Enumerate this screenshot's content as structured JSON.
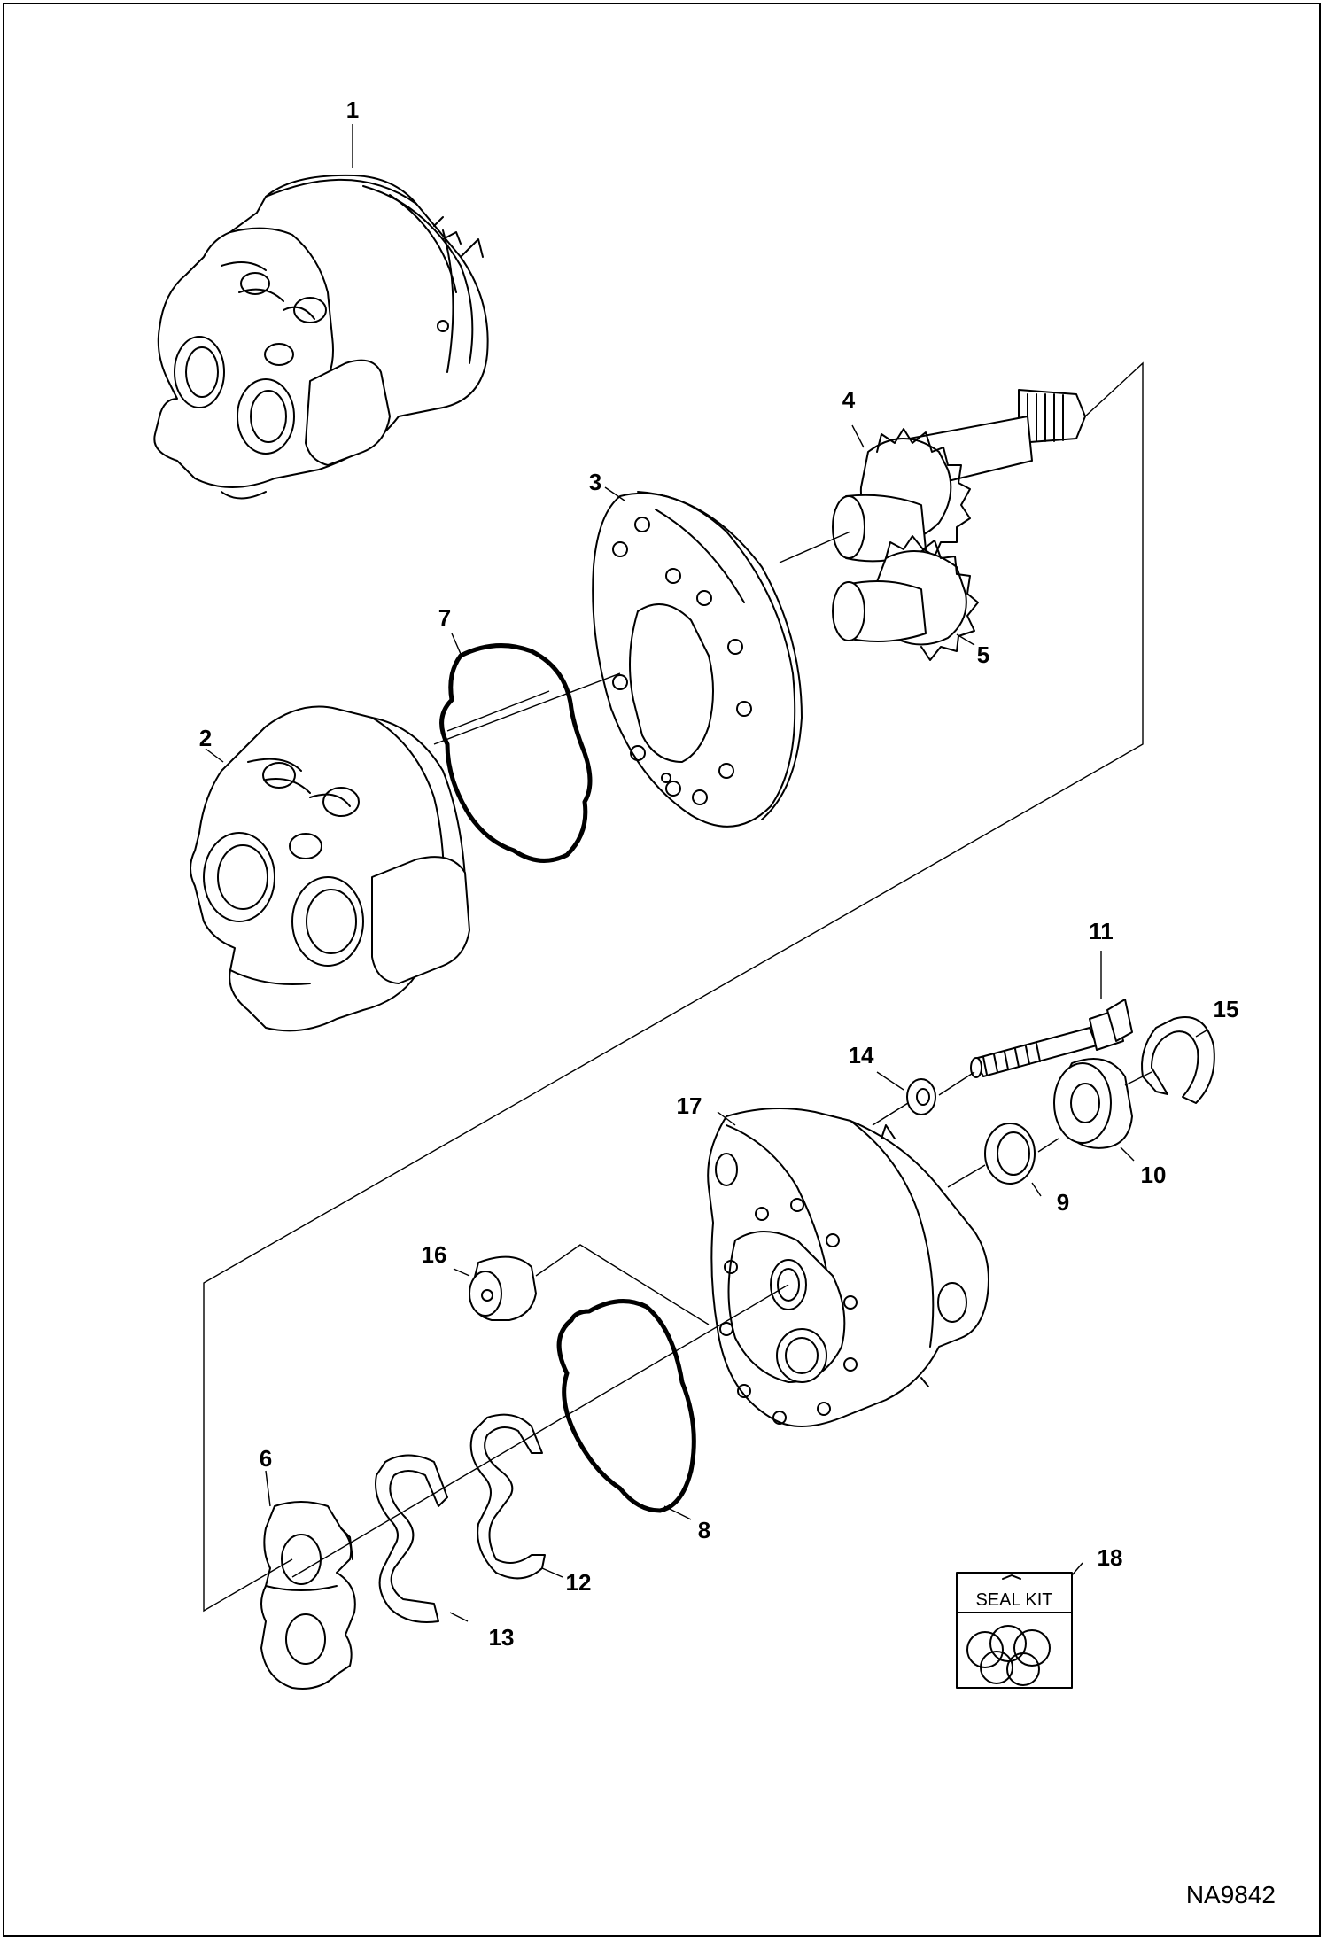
{
  "callouts": [
    {
      "id": "1",
      "label": "1"
    },
    {
      "id": "2",
      "label": "2"
    },
    {
      "id": "3",
      "label": "3"
    },
    {
      "id": "4",
      "label": "4"
    },
    {
      "id": "5",
      "label": "5"
    },
    {
      "id": "6",
      "label": "6"
    },
    {
      "id": "7",
      "label": "7"
    },
    {
      "id": "8",
      "label": "8"
    },
    {
      "id": "9",
      "label": "9"
    },
    {
      "id": "10",
      "label": "10"
    },
    {
      "id": "11",
      "label": "11"
    },
    {
      "id": "12",
      "label": "12"
    },
    {
      "id": "13",
      "label": "13"
    },
    {
      "id": "14",
      "label": "14"
    },
    {
      "id": "15",
      "label": "15"
    },
    {
      "id": "16",
      "label": "16"
    },
    {
      "id": "17",
      "label": "17"
    },
    {
      "id": "18",
      "label": "18"
    }
  ],
  "seal_kit": {
    "title": "SEAL KIT"
  },
  "drawing_id": "NA9842"
}
